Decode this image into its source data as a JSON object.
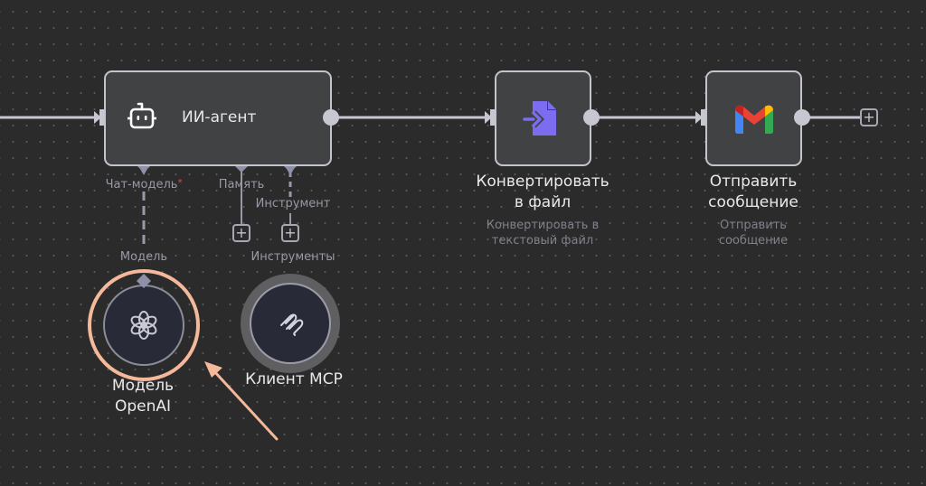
{
  "workflow": {
    "nodes": {
      "agent": {
        "title": "ИИ-агент",
        "icon": "robot-icon"
      },
      "convert": {
        "title": "Конвертировать в файл",
        "title_line1": "Конвертировать",
        "title_line2": "в файл",
        "subtitle_line1": "Конвертировать в",
        "subtitle_line2": "текстовый файл",
        "icon": "file-import-icon",
        "icon_color": "#7b6cf0"
      },
      "gmail": {
        "title_line1": "Отправить",
        "title_line2": "сообщение",
        "subtitle_line1": "Отправить",
        "subtitle_line2": "сообщение",
        "icon": "gmail-icon"
      },
      "openai": {
        "title_line1": "Модель",
        "title_line2": "OpenAI",
        "icon": "openai-icon",
        "highlight_color": "#f4b89a"
      },
      "mcp": {
        "title": "Клиент MCP",
        "icon": "mcp-icon"
      }
    },
    "agent_ports": {
      "chat_model": {
        "label": "Чат-модель",
        "required_mark": "*"
      },
      "memory": {
        "label": "Память"
      },
      "tool": {
        "label": "Инструмент"
      }
    },
    "sub_port_labels": {
      "model": "Модель",
      "tools": "Инструменты"
    },
    "add_button_label": "+"
  },
  "colors": {
    "background": "#2b2b2b",
    "node_fill": "#414244",
    "node_border": "#c4c5cc",
    "connector": "#c6c7d0",
    "port": "#8f91a8",
    "annotation_arrow": "#f4b89a"
  }
}
